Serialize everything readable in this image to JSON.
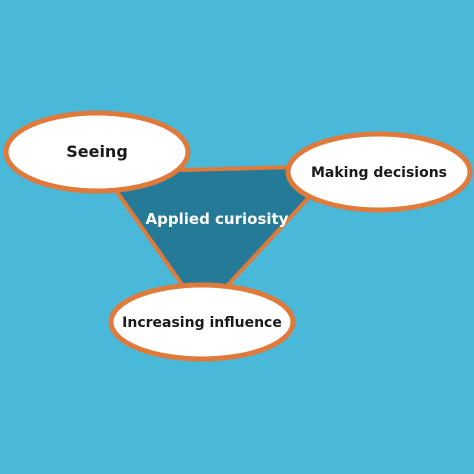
{
  "diagram": {
    "center": {
      "label": "Applied curiosity"
    },
    "nodes": [
      {
        "id": "seeing",
        "label": "Seeing"
      },
      {
        "id": "making-decisions",
        "label": "Making decisions"
      },
      {
        "id": "increasing-influence",
        "label": "Increasing influence"
      }
    ]
  },
  "colors": {
    "background": "#4AB8D8",
    "triangle_fill": "#247A97",
    "accent_orange": "#E07A3A",
    "node_fill": "#FFFFFF",
    "node_text": "#1A1A1A",
    "center_text": "#FFFFFF"
  }
}
